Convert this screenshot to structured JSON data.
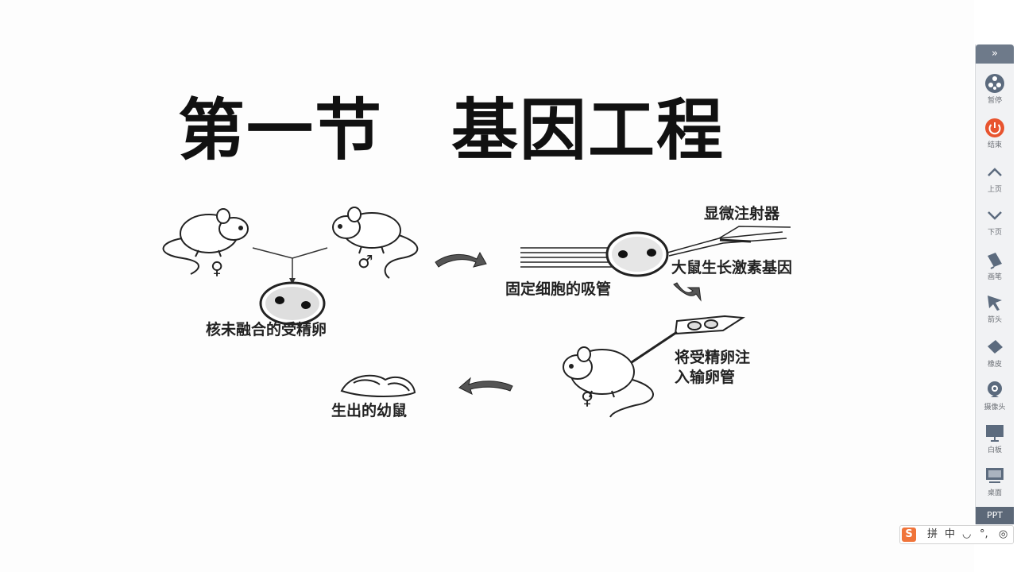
{
  "slide": {
    "title": "第一节　基因工程",
    "diagram": {
      "female_symbol": "♀",
      "male_symbol": "♂",
      "fertilized_egg_label": "核未融合的受精卵",
      "microinjector_label": "显微注射器",
      "gene_label": "大鼠生长激素基因",
      "pipette_label": "固定细胞的吸管",
      "inject_label": "将受精卵注\n入输卵管",
      "offspring_label": "生出的幼鼠"
    }
  },
  "toolbar": {
    "collapse_label": "»",
    "items": [
      {
        "label": "暂停",
        "icon": "pause-icon"
      },
      {
        "label": "结束",
        "icon": "power-icon"
      },
      {
        "label": "上页",
        "icon": "chevron-up-icon"
      },
      {
        "label": "下页",
        "icon": "chevron-down-icon"
      },
      {
        "label": "画笔",
        "icon": "pen-icon"
      },
      {
        "label": "箭头",
        "icon": "arrow-cursor-icon"
      },
      {
        "label": "橡皮",
        "icon": "eraser-icon"
      },
      {
        "label": "摄像头",
        "icon": "camera-icon"
      },
      {
        "label": "白板",
        "icon": "whiteboard-icon"
      },
      {
        "label": "桌面",
        "icon": "desktop-icon"
      }
    ],
    "ppt_label": "PPT"
  },
  "ime": {
    "logo": "S",
    "items": [
      "拼",
      "中",
      "◡",
      "°,",
      "◎"
    ]
  },
  "colors": {
    "toolbar_bg": "#f1f2f4",
    "toolbar_header": "#6e7a8a",
    "power_red": "#e8542f",
    "ime_orange": "#f0743a"
  }
}
